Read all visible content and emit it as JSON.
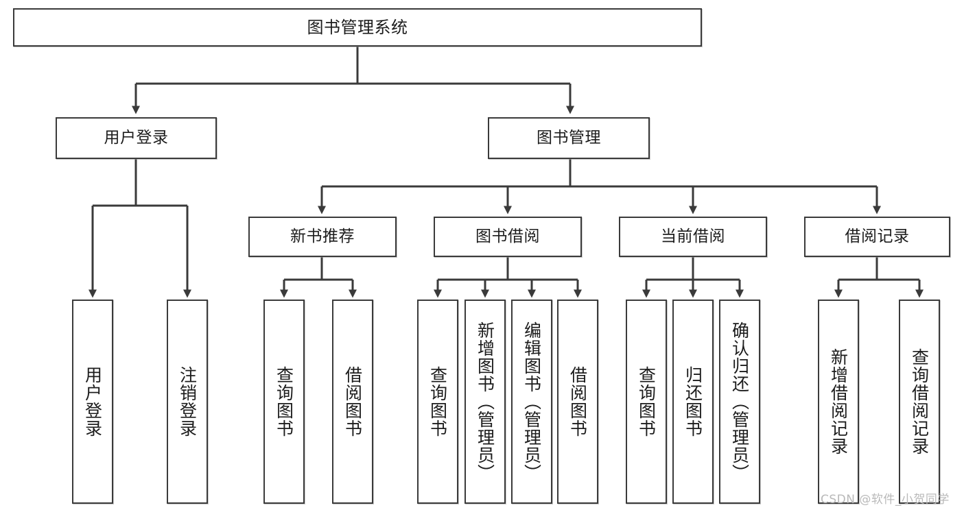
{
  "diagram": {
    "title": "图书管理系统",
    "type": "hierarchy-tree",
    "orientation": "top-down",
    "colors": {
      "box_border": "#3a3a3a",
      "box_fill": "#ffffff",
      "connector": "#3a3a3a",
      "text": "#1c1c1c",
      "watermark": "#b9b9b9"
    },
    "levels": [
      {
        "level": 1,
        "nodes": [
          {
            "id": "root",
            "label": "图书管理系统",
            "orientation": "horizontal"
          }
        ]
      },
      {
        "level": 2,
        "nodes": [
          {
            "id": "login",
            "label": "用户登录",
            "orientation": "horizontal",
            "parent": "root"
          },
          {
            "id": "bookmgmt",
            "label": "图书管理",
            "orientation": "horizontal",
            "parent": "root"
          }
        ]
      },
      {
        "level": 3,
        "nodes": [
          {
            "id": "newbook",
            "label": "新书推荐",
            "orientation": "horizontal",
            "parent": "bookmgmt"
          },
          {
            "id": "borrow",
            "label": "图书借阅",
            "orientation": "horizontal",
            "parent": "bookmgmt"
          },
          {
            "id": "current",
            "label": "当前借阅",
            "orientation": "horizontal",
            "parent": "bookmgmt"
          },
          {
            "id": "records",
            "label": "借阅记录",
            "orientation": "horizontal",
            "parent": "bookmgmt"
          }
        ]
      },
      {
        "level": 4,
        "nodes": [
          {
            "id": "leaf1",
            "label": "用户登录",
            "orientation": "vertical",
            "parent": "login"
          },
          {
            "id": "leaf2",
            "label": "注销登录",
            "orientation": "vertical",
            "parent": "login"
          },
          {
            "id": "leaf3",
            "label": "查询图书",
            "orientation": "vertical",
            "parent": "newbook"
          },
          {
            "id": "leaf4",
            "label": "借阅图书",
            "orientation": "vertical",
            "parent": "newbook"
          },
          {
            "id": "leaf5",
            "label": "查询图书",
            "orientation": "vertical",
            "parent": "borrow"
          },
          {
            "id": "leaf6",
            "label": "新增图书（管理员）",
            "orientation": "vertical",
            "parent": "borrow"
          },
          {
            "id": "leaf7",
            "label": "编辑图书（管理员）",
            "orientation": "vertical",
            "parent": "borrow"
          },
          {
            "id": "leaf8",
            "label": "借阅图书",
            "orientation": "vertical",
            "parent": "borrow"
          },
          {
            "id": "leaf9",
            "label": "查询图书",
            "orientation": "vertical",
            "parent": "current"
          },
          {
            "id": "leaf10",
            "label": "归还图书",
            "orientation": "vertical",
            "parent": "current"
          },
          {
            "id": "leaf11",
            "label": "确认归还（管理员）",
            "orientation": "vertical",
            "parent": "current"
          },
          {
            "id": "leaf12",
            "label": "新增借阅记录",
            "orientation": "vertical",
            "parent": "records"
          },
          {
            "id": "leaf13",
            "label": "查询借阅记录",
            "orientation": "vertical",
            "parent": "records"
          }
        ]
      }
    ]
  },
  "watermark": {
    "text": "CSDN @软件_小贺同学"
  }
}
